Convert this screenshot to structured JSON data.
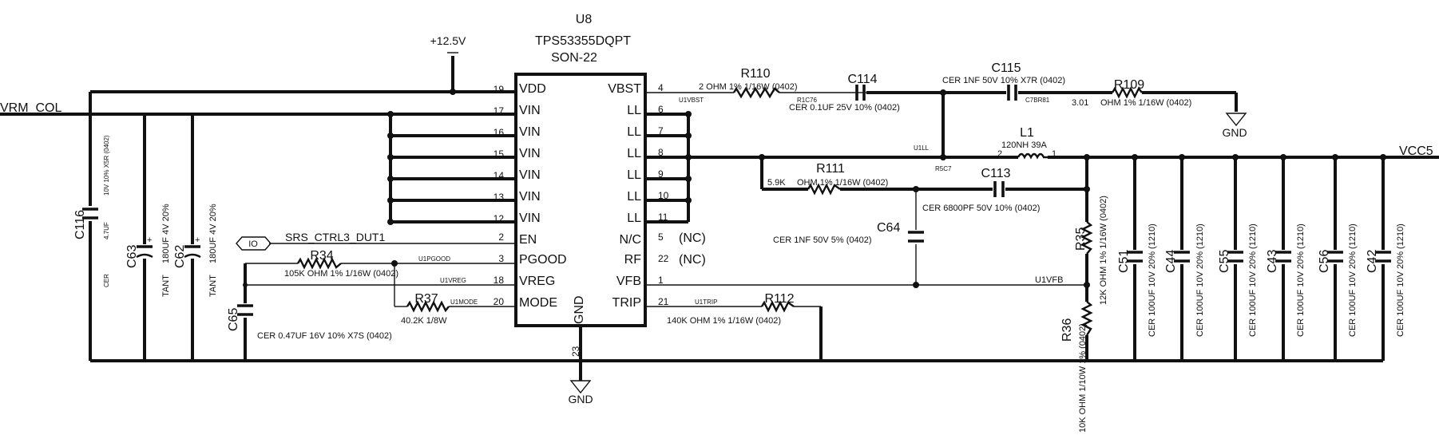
{
  "ic": {
    "ref": "U8",
    "part": "TPS53355DQPT",
    "package": "SON-22",
    "left_pins": [
      {
        "num": "19",
        "name": "VDD"
      },
      {
        "num": "17",
        "name": "VIN"
      },
      {
        "num": "16",
        "name": "VIN"
      },
      {
        "num": "15",
        "name": "VIN"
      },
      {
        "num": "14",
        "name": "VIN"
      },
      {
        "num": "13",
        "name": "VIN"
      },
      {
        "num": "12",
        "name": "VIN"
      },
      {
        "num": "2",
        "name": "EN"
      },
      {
        "num": "3",
        "name": "PGOOD"
      },
      {
        "num": "18",
        "name": "VREG"
      },
      {
        "num": "20",
        "name": "MODE"
      }
    ],
    "right_pins": [
      {
        "num": "4",
        "name": "VBST"
      },
      {
        "num": "6",
        "name": "LL"
      },
      {
        "num": "7",
        "name": "LL"
      },
      {
        "num": "8",
        "name": "LL"
      },
      {
        "num": "9",
        "name": "LL"
      },
      {
        "num": "10",
        "name": "LL"
      },
      {
        "num": "11",
        "name": "LL"
      },
      {
        "num": "5",
        "name": "N/C"
      },
      {
        "num": "22",
        "name": "RF"
      },
      {
        "num": "1",
        "name": "VFB"
      },
      {
        "num": "21",
        "name": "TRIP"
      }
    ],
    "gnd_pin": {
      "num": "23",
      "name": "GND"
    },
    "nc_labels": [
      "(NC)",
      "(NC)"
    ]
  },
  "power": {
    "plus12v": "+12.5V",
    "gnd": "GND",
    "vrm": "VRM_COL",
    "vcc5": "VCC5"
  },
  "io": {
    "label": "IO",
    "net": "SRS_CTRL3_DUT1"
  },
  "nets": {
    "u1vbst": "U1VBST",
    "r1c76": "R1C76",
    "c7br81": "C7BR81",
    "u1ll": "U1LL",
    "r5c7": "R5C7",
    "u1pgood": "U1PGOOD",
    "u1vreg": "U1VREG",
    "u1mode": "U1MODE",
    "u1trip": "U1TRIP",
    "u1vfb": "U1VFB"
  },
  "parts": {
    "r110": {
      "ref": "R110",
      "value": "2  OHM 1% 1/16W  (0402)"
    },
    "c114": {
      "ref": "C114",
      "value": "CER  0.1UF    25V  10% (0402)"
    },
    "c115": {
      "ref": "C115",
      "value": "CER  1NF  50V  10% X7R  (0402)"
    },
    "r109": {
      "ref": "R109",
      "value1": "3.01",
      "value2": "OHM 1% 1/16W  (0402)"
    },
    "l1": {
      "ref": "L1",
      "value": "120NH  39A",
      "pin2": "2",
      "pin1": "1"
    },
    "r111": {
      "ref": "R111",
      "value1": "5.9K",
      "value2": "OHM 1% 1/16W  (0402)"
    },
    "c113": {
      "ref": "C113",
      "value": "CER  6800PF    50V  10% (0402)"
    },
    "c64": {
      "ref": "C64",
      "value": "CER  1NF  50V  5% (0402)"
    },
    "r34": {
      "ref": "R34",
      "value": "105K  OHM 1% 1/16W  (0402)"
    },
    "r37": {
      "ref": "R37",
      "value": "40.2K    1/8W"
    },
    "r112": {
      "ref": "R112",
      "value": "140K  OHM 1% 1/16W  (0402)"
    },
    "c65": {
      "ref": "C65",
      "value": "CER  0.47UF   16V  10% X7S  (0402)"
    },
    "c116": {
      "ref": "C116",
      "v1": "4.7UF",
      "v2": "10V  10%  X5R  (0402)",
      "v3": "CER"
    },
    "c63": {
      "ref": "C63",
      "v1": "180UF  4V  20%",
      "v2": "TANT"
    },
    "c62": {
      "ref": "C62",
      "v1": "180UF  4V  20%",
      "v2": "TANT"
    },
    "r35": {
      "ref": "R35",
      "value": "12K  OHM 1% 1/16W  (0402)"
    },
    "r36": {
      "ref": "R36",
      "value": "10K  OHM 1/10W 1% (0402)"
    },
    "c51": {
      "ref": "C51",
      "value": "CER  100UF  10V  20% (1210)"
    },
    "c44": {
      "ref": "C44",
      "value": "CER  100UF  10V  20% (1210)"
    },
    "c55": {
      "ref": "C55",
      "value": "CER  100UF  10V  20% (1210)"
    },
    "c43": {
      "ref": "C43",
      "value": "CER  100UF  10V  20% (1210)"
    },
    "c56": {
      "ref": "C56",
      "value": "CER  100UF  10V  20% (1210)"
    },
    "c42": {
      "ref": "C42",
      "value": "CER  100UF  10V  20% (1210)"
    }
  }
}
